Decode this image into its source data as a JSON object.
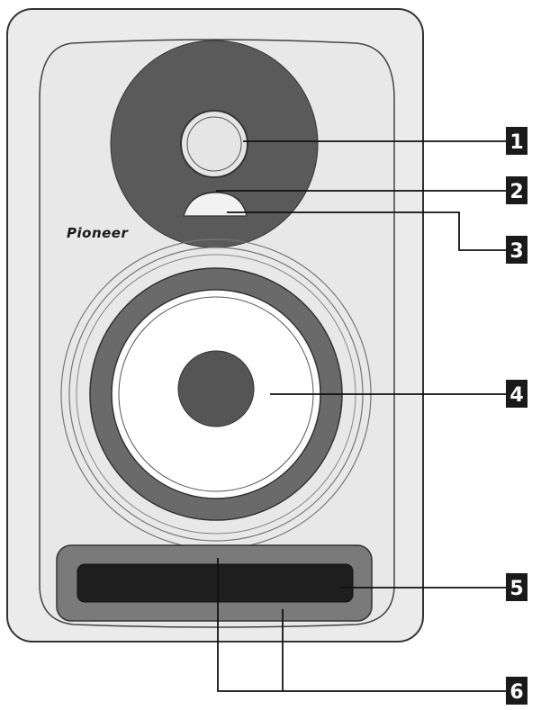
{
  "brand": {
    "name": "Pioneer"
  },
  "callouts": [
    {
      "id": "1",
      "label": "1"
    },
    {
      "id": "2",
      "label": "2"
    },
    {
      "id": "3",
      "label": "3"
    },
    {
      "id": "4",
      "label": "4"
    },
    {
      "id": "5",
      "label": "5"
    },
    {
      "id": "6",
      "label": "6"
    }
  ],
  "colors": {
    "cabinet": "#eeeeee",
    "baffle": "#e6e6e6",
    "dark_grey": "#555555",
    "mid_grey": "#888888",
    "port": "#222222",
    "cone": "#ffffff",
    "label_box": "#1a1a1a"
  }
}
